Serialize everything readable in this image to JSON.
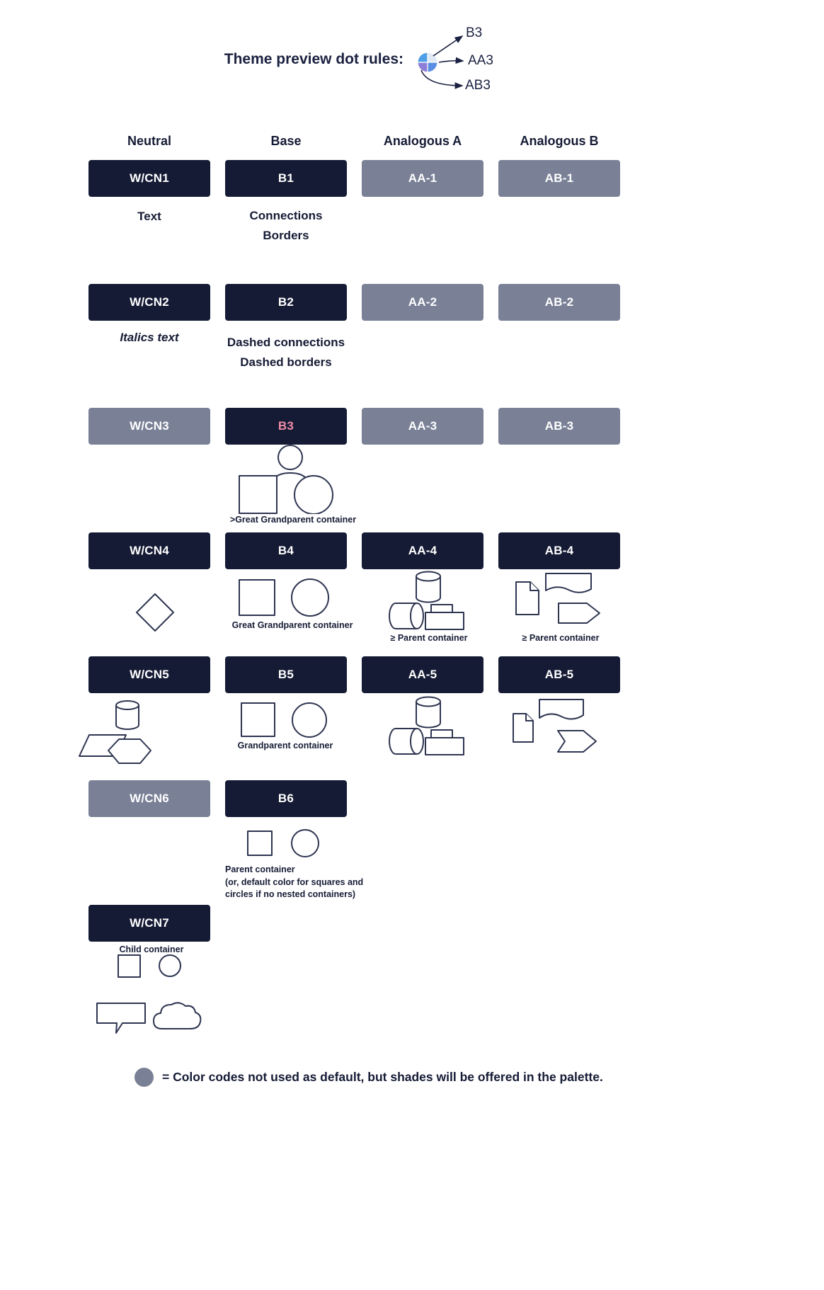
{
  "title": "Theme preview dot rules:",
  "dot_rule_targets": {
    "b3": "B3",
    "aa3": "AA3",
    "ab3": "AB3"
  },
  "column_headers": {
    "neutral": "Neutral",
    "base": "Base",
    "analogous_a": "Analogous A",
    "analogous_b": "Analogous B"
  },
  "colors": {
    "dark": "#151b35",
    "slate": "#7a8197",
    "pink_label": "#ee8ba6",
    "shape_stroke": "#2e3551",
    "dot_blue": "#4f9fe6",
    "dot_purple": "#8d7ed8",
    "dot_light": "#dfe8f4",
    "dot_deep_blue": "#5b8de2"
  },
  "swatches": {
    "wcn1": {
      "label": "W/CN1",
      "color": "#151b35"
    },
    "b1": {
      "label": "B1",
      "color": "#151b35"
    },
    "aa1": {
      "label": "AA-1",
      "color": "#7a8197"
    },
    "ab1": {
      "label": "AB-1",
      "color": "#7a8197"
    },
    "wcn2": {
      "label": "W/CN2",
      "color": "#151b35"
    },
    "b2": {
      "label": "B2",
      "color": "#151b35"
    },
    "aa2": {
      "label": "AA-2",
      "color": "#7a8197"
    },
    "ab2": {
      "label": "AB-2",
      "color": "#7a8197"
    },
    "wcn3": {
      "label": "W/CN3",
      "color": "#7a8197"
    },
    "b3": {
      "label": "B3",
      "color": "#151b35",
      "text_color": "#ee8ba6"
    },
    "aa3": {
      "label": "AA-3",
      "color": "#7a8197"
    },
    "ab3": {
      "label": "AB-3",
      "color": "#7a8197"
    },
    "wcn4": {
      "label": "W/CN4",
      "color": "#151b35"
    },
    "b4": {
      "label": "B4",
      "color": "#151b35"
    },
    "aa4": {
      "label": "AA-4",
      "color": "#151b35"
    },
    "ab4": {
      "label": "AB-4",
      "color": "#151b35"
    },
    "wcn5": {
      "label": "W/CN5",
      "color": "#151b35"
    },
    "b5": {
      "label": "B5",
      "color": "#151b35"
    },
    "aa5": {
      "label": "AA-5",
      "color": "#151b35"
    },
    "ab5": {
      "label": "AB-5",
      "color": "#151b35"
    },
    "wcn6": {
      "label": "W/CN6",
      "color": "#7a8197"
    },
    "b6": {
      "label": "B6",
      "color": "#151b35"
    },
    "wcn7": {
      "label": "W/CN7",
      "color": "#151b35"
    }
  },
  "annotations": {
    "text": "Text",
    "connections": "Connections",
    "borders": "Borders",
    "italics_text": "Italics text",
    "dashed_connections": "Dashed connections",
    "dashed_borders": "Dashed borders",
    "great_grandparent_gt": ">Great Grandparent container",
    "great_grandparent": "Great Grandparent container",
    "gte_parent_a": "≥ Parent container",
    "gte_parent_b": "≥ Parent container",
    "grandparent": "Grandparent container",
    "parent": "Parent container",
    "parent_note_1": "(or, default color for squares and",
    "parent_note_2": "circles if no nested containers)",
    "child": "Child container"
  },
  "legend": {
    "text": "= Color codes not used as default, but shades will be offered in the palette.",
    "dot_color": "#7a8197"
  }
}
